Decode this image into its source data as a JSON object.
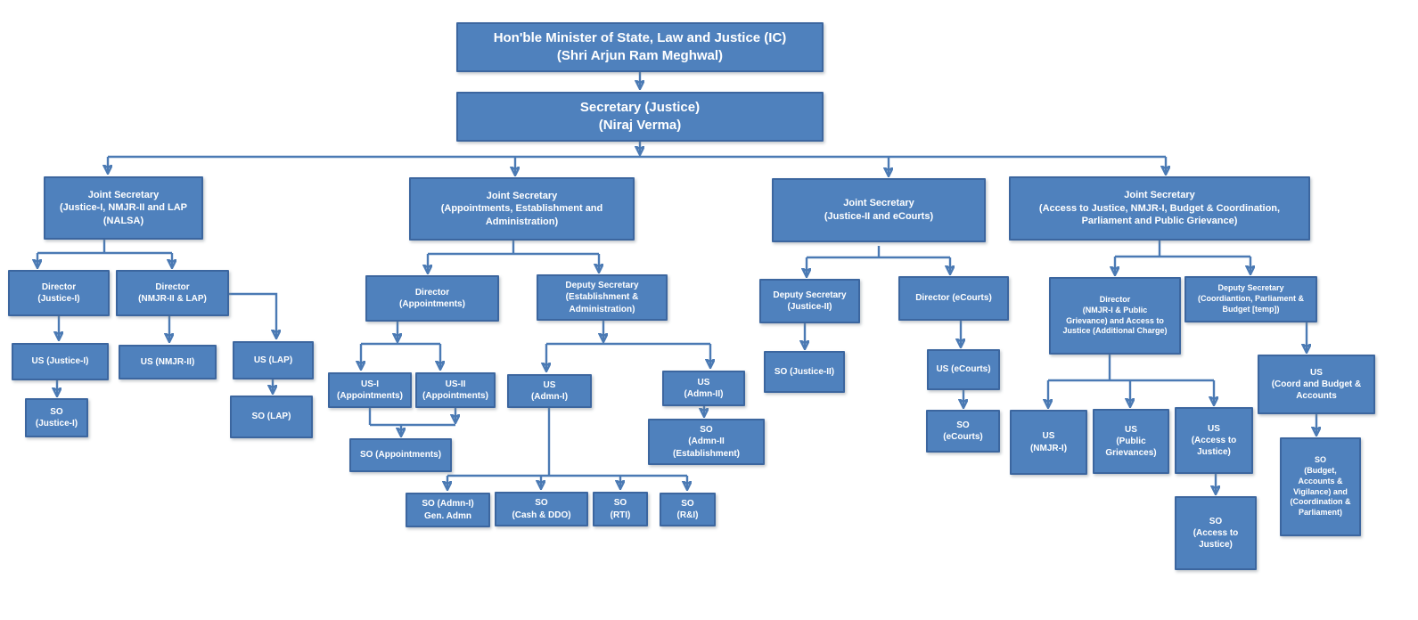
{
  "diagram_type": "organisation-chart",
  "colors": {
    "box_fill": "#4f81bd",
    "box_border": "#3c669f",
    "box_text": "#ffffff",
    "connector": "#4b7ab4",
    "background": "#ffffff"
  },
  "nodes": {
    "minister": {
      "label": "Hon'ble Minister of State, Law and Justice (IC)\n(Shri Arjun Ram Meghwal)"
    },
    "secretary": {
      "label": "Secretary (Justice)\n(Niraj Verma)"
    },
    "js1": {
      "label": "Joint Secretary\n(Justice-I, NMJR-II and LAP\n(NALSA)"
    },
    "js2": {
      "label": "Joint Secretary\n(Appointments, Establishment and\nAdministration)"
    },
    "js3": {
      "label": "Joint Secretary\n(Justice-II and eCourts)"
    },
    "js4": {
      "label": "Joint Secretary\n(Access to Justice, NMJR-I, Budget & Coordination,\nParliament and Public Grievance)"
    },
    "dir_justice1": {
      "label": "Director\n(Justice-I)"
    },
    "dir_nmjr2_lap": {
      "label": "Director\n(NMJR-II & LAP)"
    },
    "dir_appointments": {
      "label": "Director\n(Appointments)"
    },
    "ds_estab_admin": {
      "label": "Deputy Secretary\n(Establishment &\nAdministration)"
    },
    "ds_justice2": {
      "label": "Deputy Secretary\n(Justice-II)"
    },
    "dir_ecourts": {
      "label": "Director (eCourts)"
    },
    "dir_nmjr1_pg": {
      "label": "Director\n(NMJR-I & Public\nGrievance) and Access to\nJustice (Additional Charge)"
    },
    "ds_coord": {
      "label": "Deputy Secretary\n(Coordiantion, Parliament &\nBudget [temp])"
    },
    "us_justice1": {
      "label": "US (Justice-I)"
    },
    "us_nmjr2": {
      "label": "US (NMJR-II)"
    },
    "us_lap": {
      "label": "US (LAP)"
    },
    "us1_appointments": {
      "label": "US-I\n(Appointments)"
    },
    "us2_appointments": {
      "label": "US-II\n(Appointments)"
    },
    "us_admn1": {
      "label": "US\n(Admn-I)"
    },
    "us_admn2": {
      "label": "US\n(Admn-II)"
    },
    "so_justice2": {
      "label": "SO (Justice-II)"
    },
    "us_ecourts": {
      "label": "US (eCourts)"
    },
    "us_nmjr1": {
      "label": "US\n(NMJR-I)"
    },
    "us_pg": {
      "label": "US\n(Public\nGrievances)"
    },
    "us_atj": {
      "label": "US\n(Access to\nJustice)"
    },
    "us_coord": {
      "label": "US\n(Coord and Budget &\nAccounts"
    },
    "so_justice1": {
      "label": "SO\n(Justice-I)"
    },
    "so_lap": {
      "label": "SO (LAP)"
    },
    "so_appointments": {
      "label": "SO (Appointments)"
    },
    "so_admn2": {
      "label": "SO\n(Admn-II\n(Establishment)"
    },
    "so_ecourts": {
      "label": "SO\n(eCourts)"
    },
    "so_admn1": {
      "label": "SO (Admn-I)\nGen. Admn"
    },
    "so_cash": {
      "label": "SO\n(Cash & DDO)"
    },
    "so_rti": {
      "label": "SO\n(RTI)"
    },
    "so_ri": {
      "label": "SO\n(R&I)"
    },
    "so_atj": {
      "label": "SO\n(Access to\nJustice)"
    },
    "so_budget": {
      "label": "SO\n(Budget,\nAccounts &\nVigilance) and\n(Coordination &\nParliament)"
    }
  },
  "edges": [
    {
      "from": "minister",
      "to": "secretary"
    },
    {
      "from": "secretary",
      "to": "js1"
    },
    {
      "from": "secretary",
      "to": "js2"
    },
    {
      "from": "secretary",
      "to": "js3"
    },
    {
      "from": "secretary",
      "to": "js4"
    },
    {
      "from": "js1",
      "to": "dir_justice1"
    },
    {
      "from": "js1",
      "to": "dir_nmjr2_lap"
    },
    {
      "from": "dir_justice1",
      "to": "us_justice1"
    },
    {
      "from": "dir_nmjr2_lap",
      "to": "us_nmjr2"
    },
    {
      "from": "dir_nmjr2_lap",
      "to": "us_lap"
    },
    {
      "from": "us_justice1",
      "to": "so_justice1"
    },
    {
      "from": "us_lap",
      "to": "so_lap"
    },
    {
      "from": "js2",
      "to": "dir_appointments"
    },
    {
      "from": "js2",
      "to": "ds_estab_admin"
    },
    {
      "from": "dir_appointments",
      "to": "us1_appointments"
    },
    {
      "from": "dir_appointments",
      "to": "us2_appointments"
    },
    {
      "from": "us1_appointments",
      "to": "so_appointments"
    },
    {
      "from": "us2_appointments",
      "to": "so_appointments"
    },
    {
      "from": "ds_estab_admin",
      "to": "us_admn1"
    },
    {
      "from": "ds_estab_admin",
      "to": "us_admn2"
    },
    {
      "from": "us_admn1",
      "to": "so_admn1"
    },
    {
      "from": "us_admn1",
      "to": "so_cash"
    },
    {
      "from": "us_admn1",
      "to": "so_rti"
    },
    {
      "from": "us_admn1",
      "to": "so_ri"
    },
    {
      "from": "us_admn2",
      "to": "so_admn2"
    },
    {
      "from": "js3",
      "to": "ds_justice2"
    },
    {
      "from": "js3",
      "to": "dir_ecourts"
    },
    {
      "from": "ds_justice2",
      "to": "so_justice2"
    },
    {
      "from": "dir_ecourts",
      "to": "us_ecourts"
    },
    {
      "from": "us_ecourts",
      "to": "so_ecourts"
    },
    {
      "from": "js4",
      "to": "dir_nmjr1_pg"
    },
    {
      "from": "js4",
      "to": "ds_coord"
    },
    {
      "from": "dir_nmjr1_pg",
      "to": "us_nmjr1"
    },
    {
      "from": "dir_nmjr1_pg",
      "to": "us_pg"
    },
    {
      "from": "dir_nmjr1_pg",
      "to": "us_atj"
    },
    {
      "from": "us_atj",
      "to": "so_atj"
    },
    {
      "from": "ds_coord",
      "to": "us_coord"
    },
    {
      "from": "us_coord",
      "to": "so_budget"
    }
  ],
  "connectors": {
    "plain": [
      "M121,176 L1308,176",
      "M117,269 L117,284",
      "M42,284 L193,284",
      "M576,270 L576,285",
      "M480,285 L672,285",
      "M405,386 L494,386",
      "M415,458 L415,477",
      "M415,477 L511,477",
      "M613,386 L797,386",
      "M616,458 L616,534",
      "M502,534 L771,534",
      "M986,276 L986,289",
      "M905,289 L1066,289",
      "M1301,270 L1301,288",
      "M1251,288 L1403,288",
      "M1245,398 L1245,427",
      "M1176,427 L1362,427"
    ],
    "arrow": [
      "M718,81 L718,99",
      "M718,158 L718,173",
      "M121,176 L121,194",
      "M578,176 L578,196",
      "M997,176 L997,197",
      "M1308,176 L1308,195",
      "M42,284 L42,300",
      "M193,284 L193,300",
      "M66,355 L66,381",
      "M190,355 L190,383",
      "M257,330 L310,330 L310,379",
      "M64,427 L64,444",
      "M306,426 L306,441",
      "M480,285 L480,306",
      "M672,285 L672,305",
      "M446,361 L446,383",
      "M405,386 L405,414",
      "M494,386 L494,414",
      "M511,458 L511,474",
      "M450,477 L450,489",
      "M677,360 L677,383",
      "M613,386 L613,416",
      "M797,386 L797,412",
      "M502,534 L502,549",
      "M607,534 L607,548",
      "M696,534 L696,548",
      "M771,534 L771,549",
      "M790,456 L790,467",
      "M905,289 L905,310",
      "M1066,289 L1066,307",
      "M903,363 L903,391",
      "M1078,360 L1078,389",
      "M1081,438 L1081,457",
      "M1251,288 L1251,308",
      "M1403,288 L1403,307",
      "M1176,427 L1176,457",
      "M1268,427 L1268,456",
      "M1362,427 L1362,454",
      "M1466,362 L1466,395",
      "M1477,465 L1477,488",
      "M1364,532 L1364,554"
    ]
  }
}
